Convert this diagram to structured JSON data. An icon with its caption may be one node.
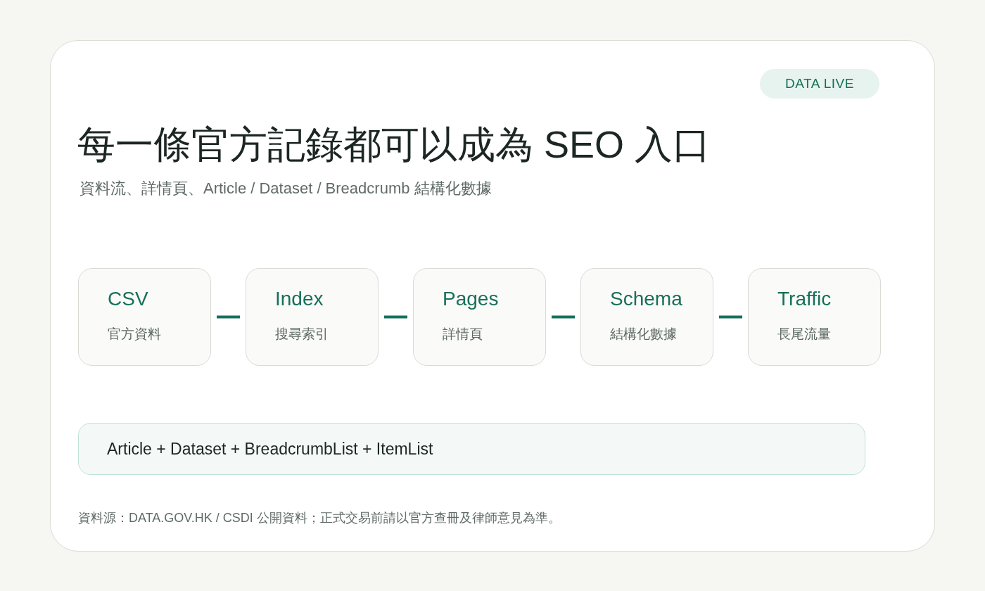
{
  "diagram": {
    "title": "每一條官方記錄都可以成為 SEO 入口",
    "nodes": [
      {
        "text": [
          "DATA LIVE"
        ]
      },
      {
        "text": [
          "CSV",
          "官方資料"
        ]
      },
      {
        "text": [
          "Index",
          "搜尋索引"
        ]
      },
      {
        "text": [
          "Pages",
          "詳情頁"
        ]
      },
      {
        "text": [
          "Schema",
          "結構化數據"
        ]
      },
      {
        "text": [
          "Traffic",
          "長尾流量"
        ]
      },
      {
        "text": [
          "Article + Dataset + BreadcrumbList + ItemList"
        ]
      }
    ],
    "edges": [
      {
        "from": 1,
        "to": 2,
        "arrow": "none"
      },
      {
        "from": 2,
        "to": 3,
        "arrow": "none"
      },
      {
        "from": 3,
        "to": 4,
        "arrow": "none"
      },
      {
        "from": 4,
        "to": 5,
        "arrow": "none"
      }
    ],
    "labels": [
      "資料流、詳情頁、Article / Dataset / Breadcrumb 結構化數據",
      "資料源：DATA.GOV.HK / CSDI 公開資料；正式交易前請以官方查冊及律師意見為準。"
    ]
  }
}
